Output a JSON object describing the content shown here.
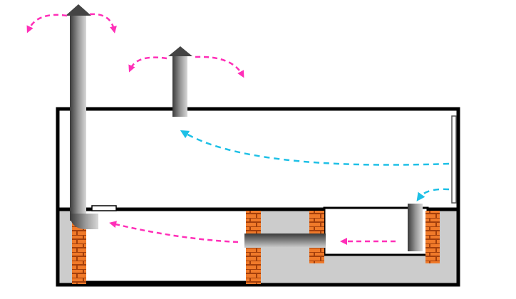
{
  "colors": {
    "background": "#ffffff",
    "outline": "#000000",
    "cellar_fill": "#cccccc",
    "brick": "#f07a2a",
    "brick_mortar": "#a33f0c",
    "pipe_dark": "#3e3e3e",
    "pipe_light": "#d4d4d4",
    "exhaust_arrow": "#ff2fb8",
    "fresh_air_arrow": "#1ec0e6"
  },
  "icons": {
    "exhaust_flow": "dashed-curved-arrow",
    "fresh_air_flow": "dashed-curved-arrow",
    "vent_cap": "triangle-cap",
    "brick_column": "brick-pattern"
  }
}
